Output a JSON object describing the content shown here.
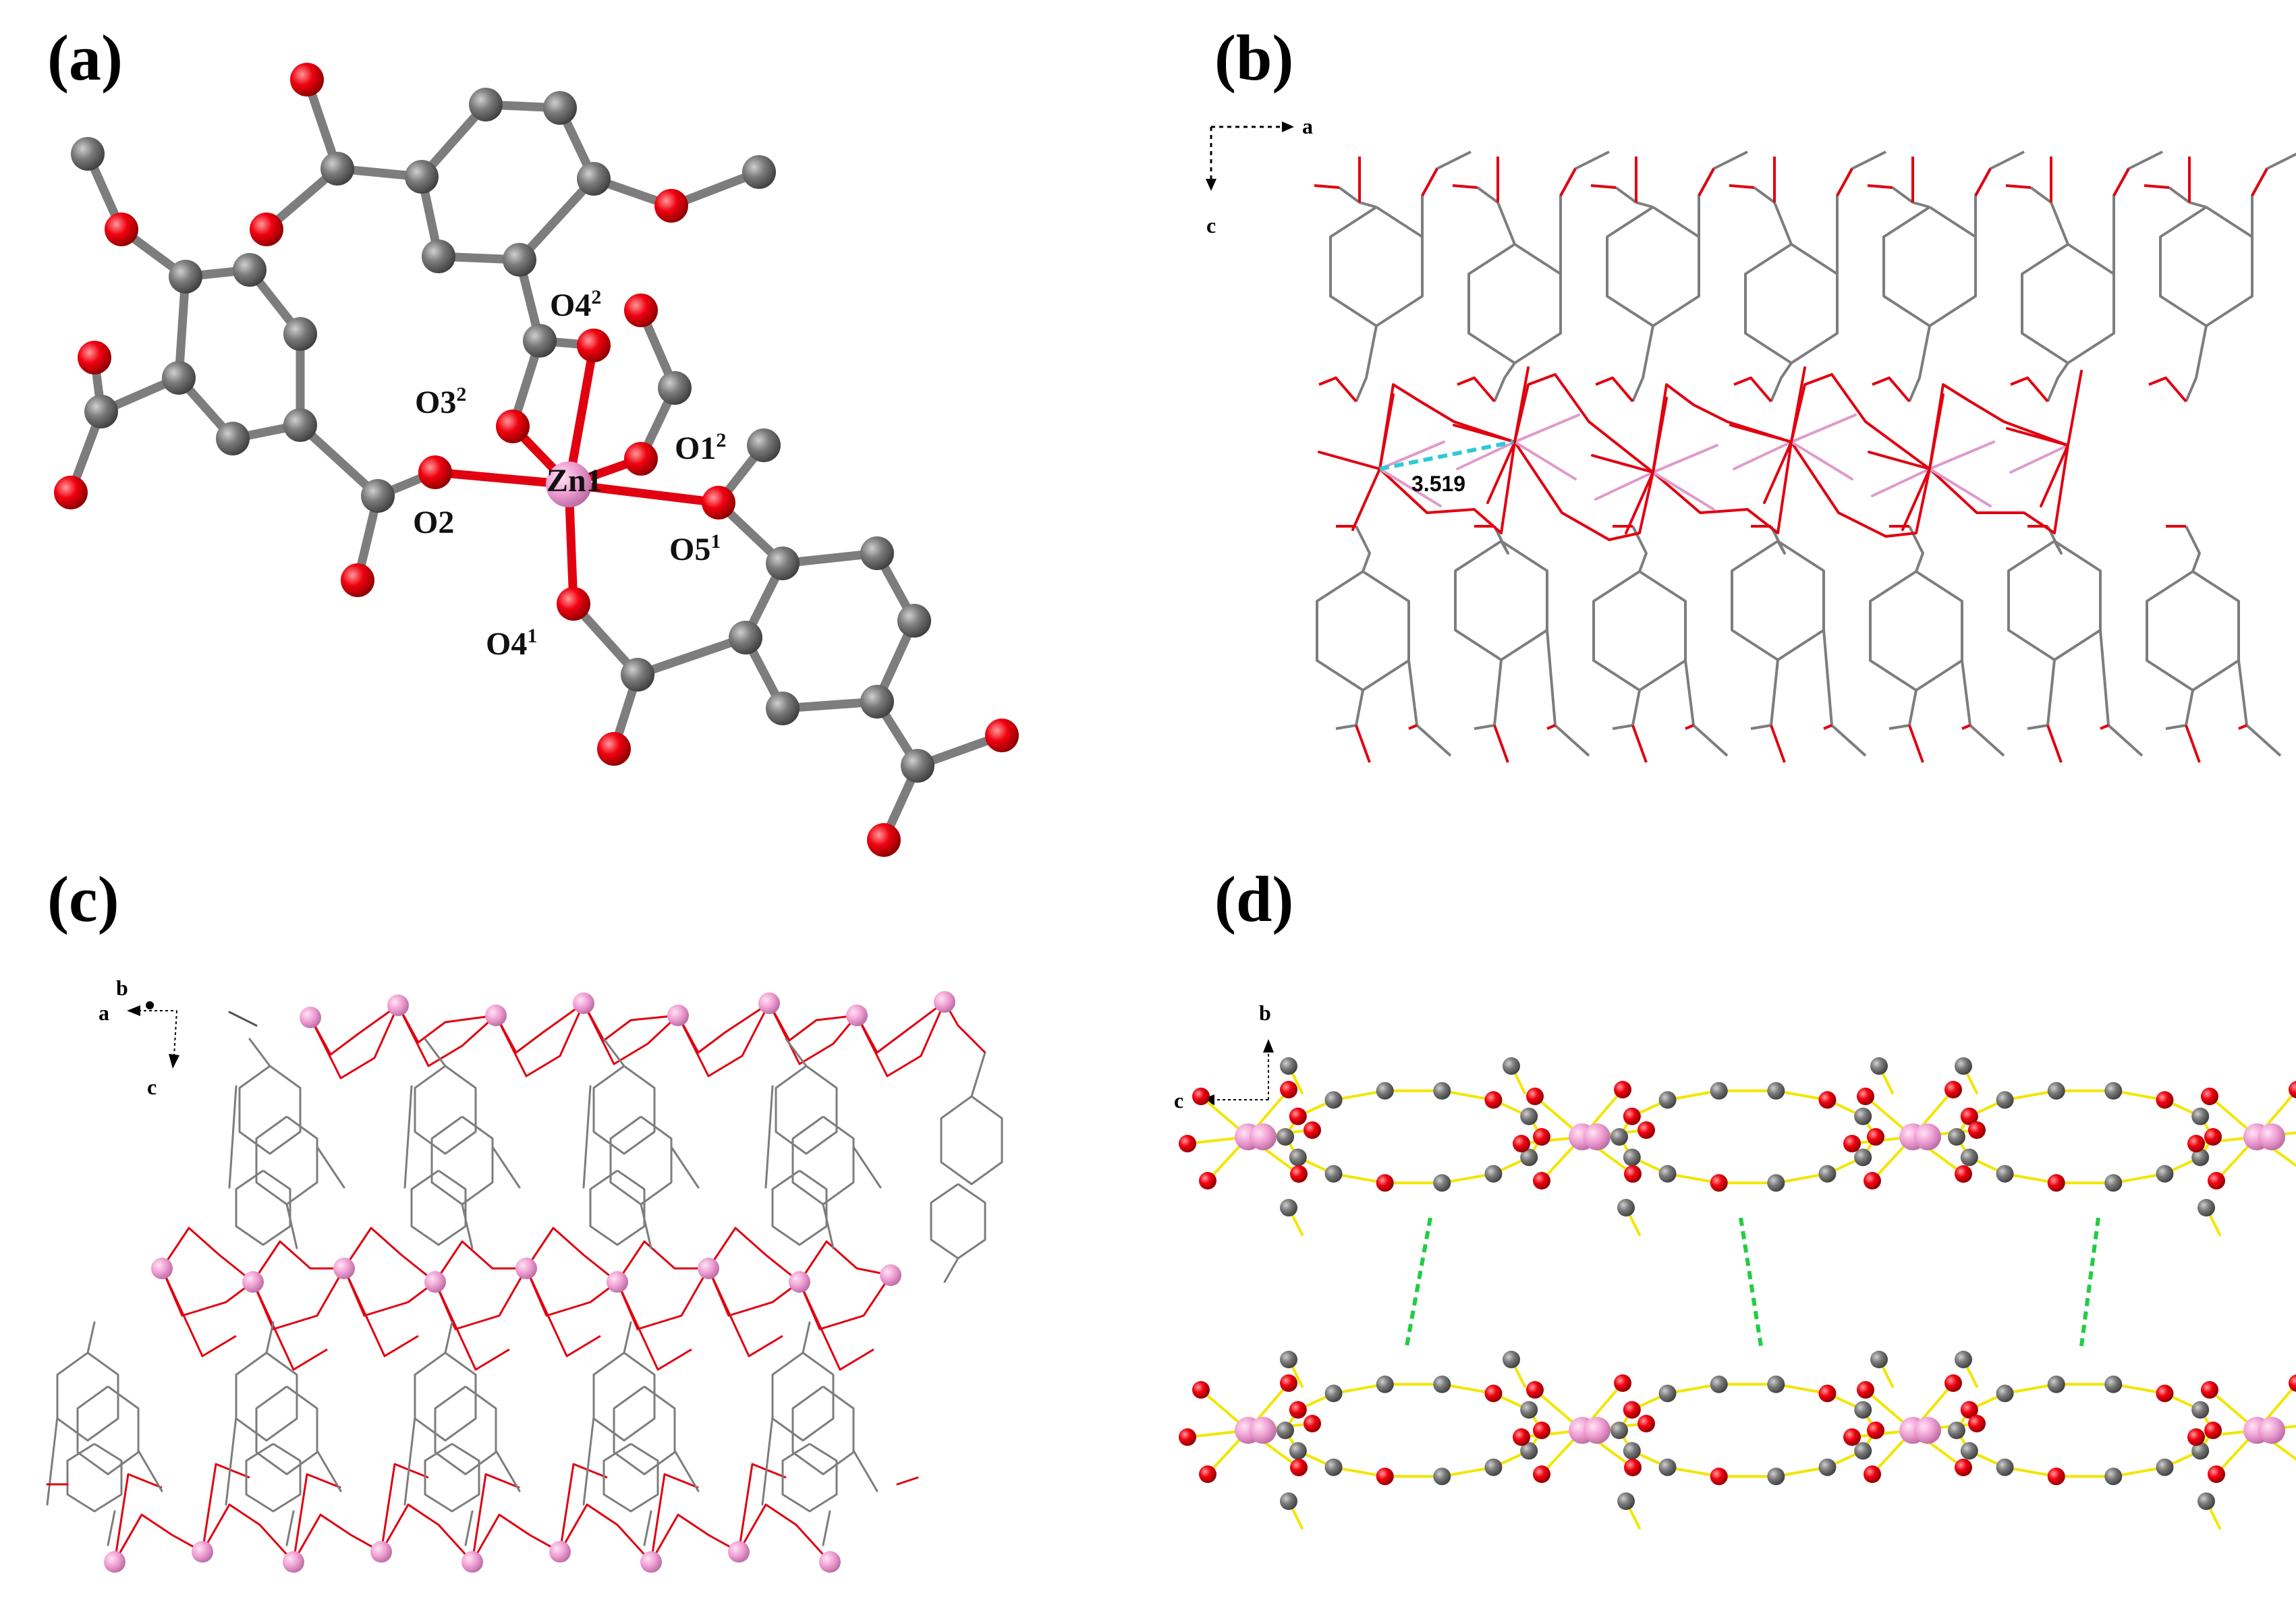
{
  "panels": {
    "a": {
      "letter": "(a)"
    },
    "b": {
      "letter": "(b)",
      "distance": "3.519"
    },
    "c": {
      "letter": "(c)"
    },
    "d": {
      "letter": "(d)"
    }
  },
  "atom_labels": [
    {
      "base": "O4",
      "sup": "2"
    },
    {
      "base": "O3",
      "sup": "2"
    },
    {
      "base": "O1",
      "sup": "2"
    },
    {
      "base": "Zn1",
      "sup": ""
    },
    {
      "base": "O2",
      "sup": ""
    },
    {
      "base": "O5",
      "sup": "1"
    },
    {
      "base": "O4",
      "sup": "1"
    }
  ],
  "axes": {
    "b": {
      "horizontal": "a",
      "vertical": "c"
    },
    "c": {
      "out": "b",
      "horizontal": "a",
      "vertical": "c"
    },
    "d": {
      "vertical": "b",
      "horizontal": "c"
    }
  },
  "colors": {
    "carbon": "#6e6e6e",
    "oxygen": "#e8000b",
    "zinc": "#f0a6d6",
    "bond_gray": "#8c8c8c",
    "bond_red": "#e00010",
    "bond_yellow": "#f2e600",
    "hbond_cyan": "#2ec9d8",
    "pi_stack_green": "#22cc44"
  }
}
